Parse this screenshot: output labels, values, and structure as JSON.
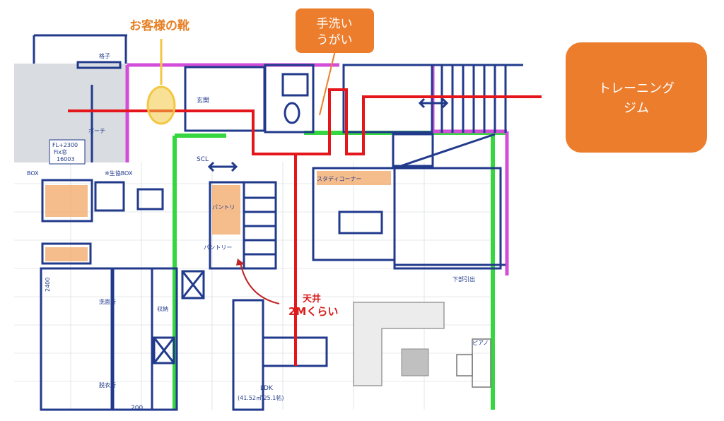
{
  "callouts": {
    "guest_shoes": "お客様の靴",
    "handwash_line1": "手洗い",
    "handwash_line2": "うがい",
    "training_gym_line1": "トレーニング",
    "training_gym_line2": "ジム"
  },
  "annotations": {
    "ceiling_line1": "天井",
    "ceiling_line2": "2Mくらい"
  },
  "plan_labels": {
    "lattice": "格子",
    "porch": "ポーチ",
    "fl": "FL+2300",
    "fix": "Fix窓",
    "window_code": "16003",
    "box_left": "BOX",
    "coop_box": "※生協BOX",
    "entrance": "玄関",
    "scl": "SCL",
    "pantry1": "パントリ",
    "pantry2": "パントリー",
    "studio_corner": "スタディコーナー",
    "washroom": "洗面所",
    "storage": "収納",
    "dressing": "脱衣所",
    "lower_drawer": "下部引出",
    "piano": "ピアノ",
    "ldk": "LDK",
    "ldk_area": "(41.52㎡ 25.1帖)",
    "dim_2400": "2400",
    "dim_200": "200"
  },
  "colors": {
    "plan_blue": "#213a8c",
    "wall_green": "#35d640",
    "wall_magenta": "#d34ed8",
    "route_red": "#e5161b",
    "callout_orange": "#ec7d2c",
    "highlight_orange": "#f3a766",
    "marker_yellow": "#f3c742"
  }
}
